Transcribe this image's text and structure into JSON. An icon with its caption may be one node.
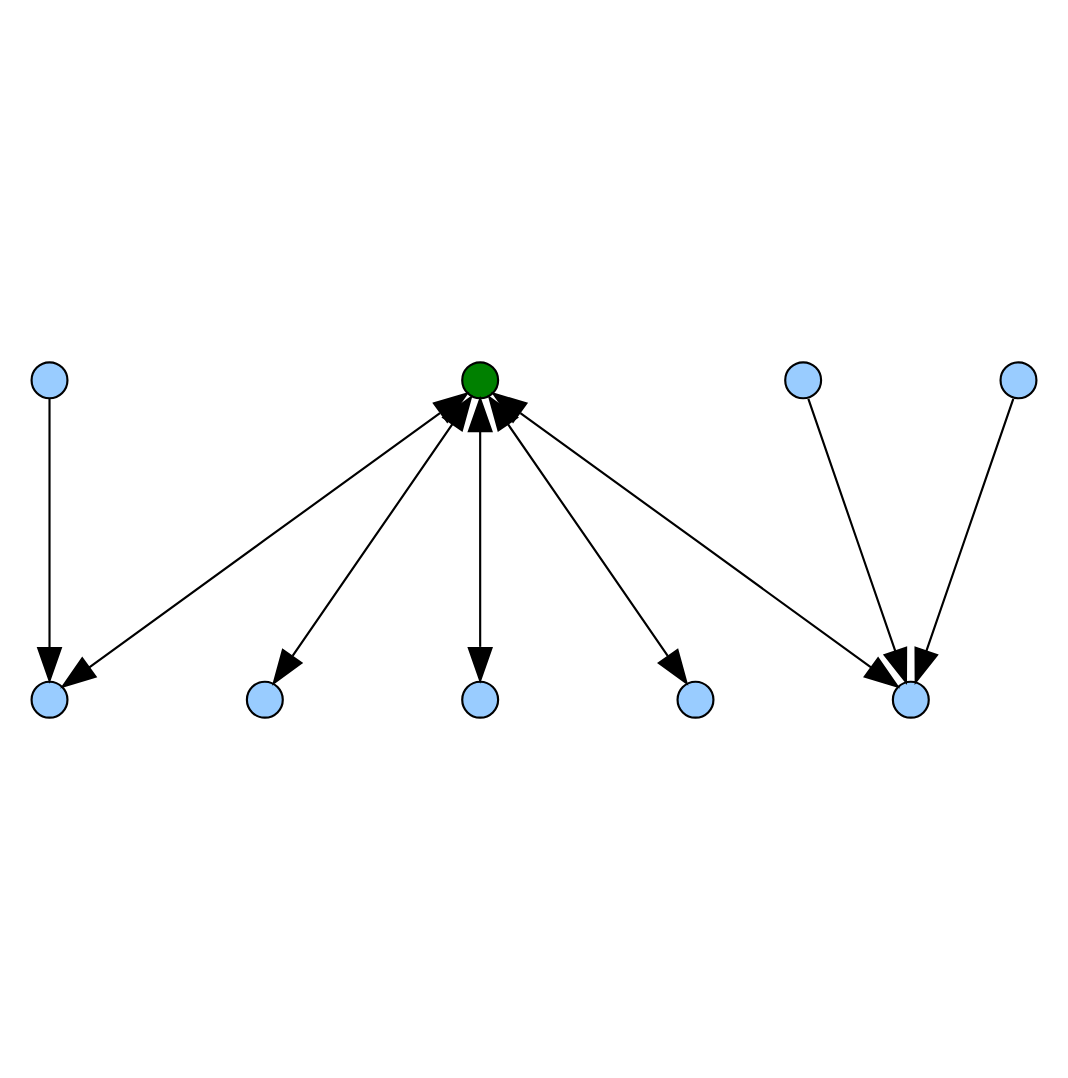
{
  "diagram": {
    "nodes": [
      {
        "text": [],
        "shape": "circle"
      },
      {
        "text": [],
        "shape": "circle"
      },
      {
        "text": [],
        "shape": "circle"
      },
      {
        "text": [],
        "shape": "circle"
      },
      {
        "text": [],
        "shape": "circle"
      },
      {
        "text": [],
        "shape": "circle"
      },
      {
        "text": [],
        "shape": "circle"
      },
      {
        "text": [],
        "shape": "circle"
      },
      {
        "text": [],
        "shape": "circle"
      }
    ],
    "edges": [
      {
        "from": 3,
        "to": 0,
        "arrow": "both"
      },
      {
        "from": 1,
        "to": 2,
        "arrow": "to"
      },
      {
        "from": 3,
        "to": 2,
        "arrow": "both"
      },
      {
        "from": 3,
        "to": 4,
        "arrow": "both"
      },
      {
        "from": 3,
        "to": 7,
        "arrow": "both"
      },
      {
        "from": 3,
        "to": 5,
        "arrow": "both"
      },
      {
        "from": 6,
        "to": 5,
        "arrow": "to"
      },
      {
        "from": 8,
        "to": 5,
        "arrow": "to"
      }
    ]
  }
}
